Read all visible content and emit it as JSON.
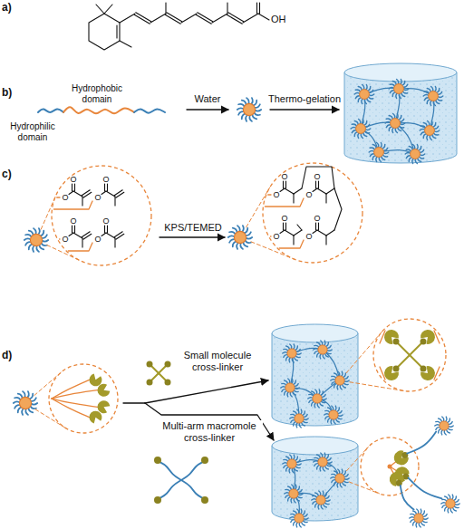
{
  "diagram": {
    "labels": [
      "a)",
      "OH",
      "b)",
      "Hydrophobic domain",
      "Hydrophilic domain",
      "Water",
      "Thermo-gelation",
      "c)",
      "O",
      "O",
      "O",
      "O",
      "O",
      "O",
      "O",
      "O",
      "KPS/TEMED",
      "O",
      "O",
      "O",
      "O",
      "O",
      "O",
      "O",
      "O",
      "d)",
      "Small molecule cross-linker",
      "Multi-arm macromole cross-linker"
    ]
  }
}
